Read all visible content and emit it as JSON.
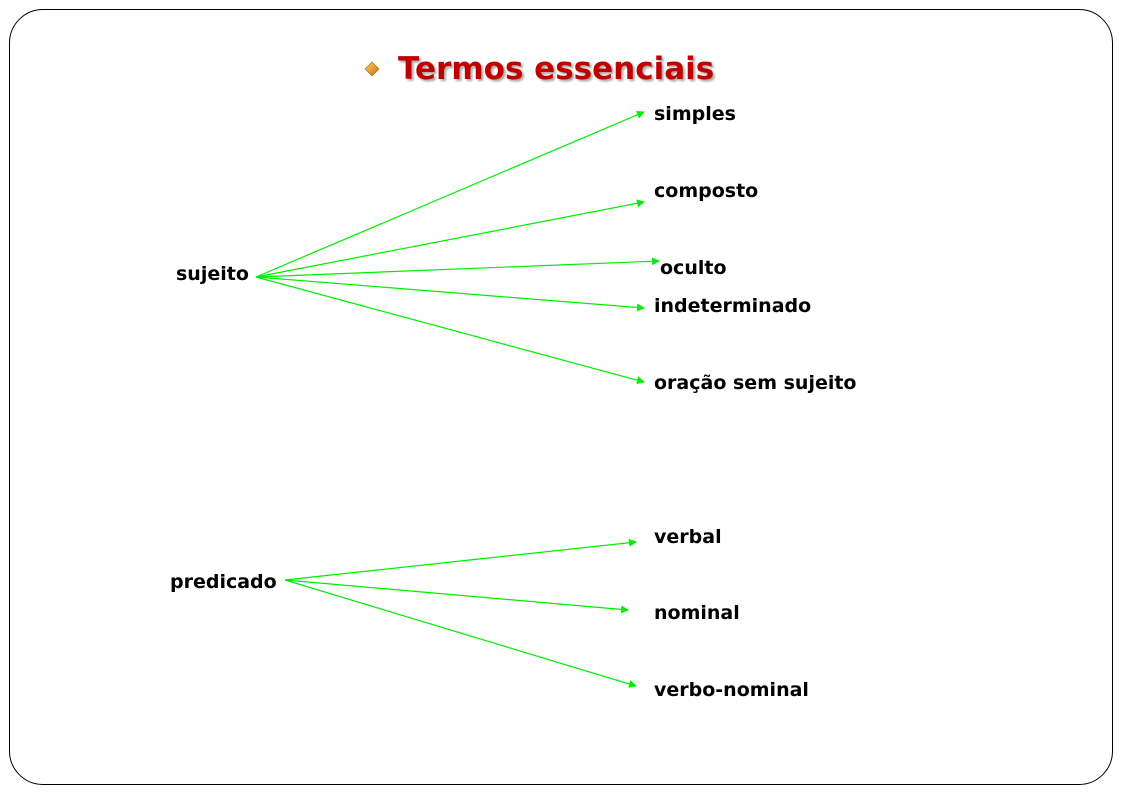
{
  "title": "Termos essenciais",
  "colors": {
    "title": "#c00000",
    "arrow": "#00ee00",
    "bullet": "#f0a030"
  },
  "icons": {
    "bullet": "diamond-bullet-icon"
  },
  "groups": [
    {
      "label": "sujeito",
      "branches": [
        "simples",
        "composto",
        "oculto",
        "indeterminado",
        "oração sem sujeito"
      ]
    },
    {
      "label": "predicado",
      "branches": [
        "verbal",
        "nominal",
        "verbo-nominal"
      ]
    }
  ]
}
